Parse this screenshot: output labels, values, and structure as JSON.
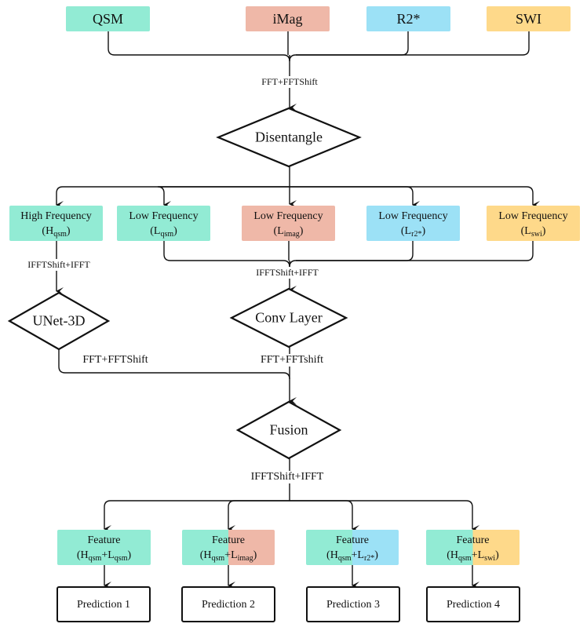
{
  "colors": {
    "qsm": "#92ebd4",
    "imag": "#efb8a8",
    "r2": "#9ce1f6",
    "swi": "#fed98a"
  },
  "inputs": [
    "QSM",
    "iMag",
    "R2*",
    "SWI"
  ],
  "labels": {
    "fft_top": "FFT+FFTShift",
    "ifft_high": "IFFTShift+IFFT",
    "ifft_low": "IFFTShift+IFFT",
    "fft_unet": "FFT+FFTShift",
    "fft_conv": "FFT+FFTshift",
    "ifft_fusion": "IFFTShift+IFFT"
  },
  "nodes": {
    "disentangle": "Disentangle",
    "unet": "UNet-3D",
    "conv": "Conv Layer",
    "fusion": "Fusion"
  },
  "frequency": [
    {
      "title": "High Frequency",
      "sym": "H",
      "sub": "qsm"
    },
    {
      "title": "Low Frequency",
      "sym": "L",
      "sub": "qsm"
    },
    {
      "title": "Low Frequency",
      "sym": "L",
      "sub": "imag"
    },
    {
      "title": "Low Frequency",
      "sym": "L",
      "sub": "r2*"
    },
    {
      "title": "Low Frequency",
      "sym": "L",
      "sub": "swi"
    }
  ],
  "features": [
    {
      "title": "Feature",
      "h": "H",
      "hsub": "qsm",
      "plus": "+",
      "l": "L",
      "lsub": "qsm"
    },
    {
      "title": "Feature",
      "h": "H",
      "hsub": "qsm",
      "plus": "+",
      "l": "L",
      "lsub": "imag"
    },
    {
      "title": "Feature",
      "h": "H",
      "hsub": "qsm",
      "plus": "+",
      "l": "L",
      "lsub": "r2*"
    },
    {
      "title": "Feature",
      "h": "H",
      "hsub": "qsm",
      "plus": "+",
      "l": "L",
      "lsub": "swi"
    }
  ],
  "predictions": [
    "Prediction 1",
    "Prediction 2",
    "Prediction 3",
    "Prediction 4"
  ]
}
